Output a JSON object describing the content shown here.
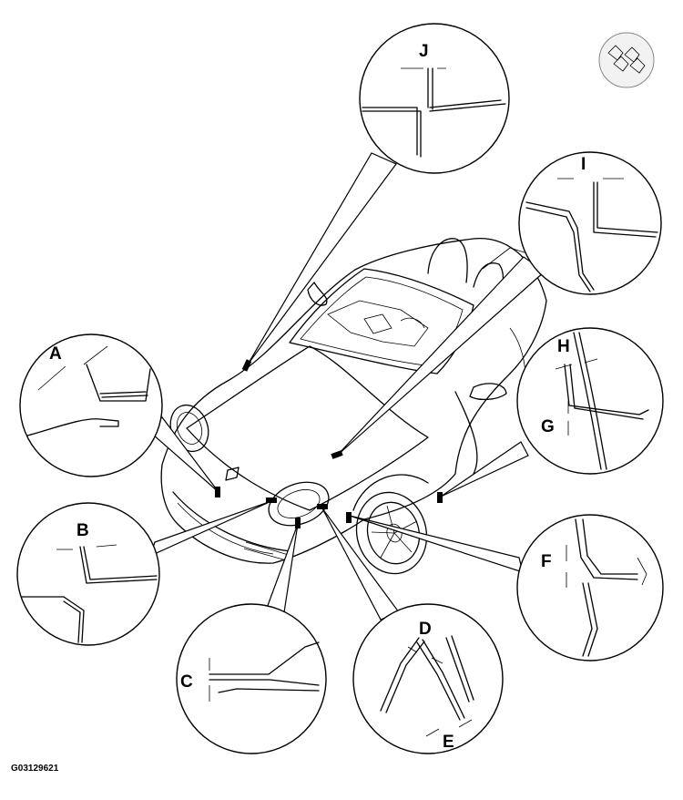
{
  "labels": {
    "A": "A",
    "B": "B",
    "C": "C",
    "D": "D",
    "E": "E",
    "F": "F",
    "G": "G",
    "H": "H",
    "I": "I",
    "J": "J"
  },
  "figure_code": "G03129621",
  "colors": {
    "line": "#000000",
    "background": "#ffffff"
  },
  "icons": {
    "logo": "porsche-logo-icon"
  }
}
